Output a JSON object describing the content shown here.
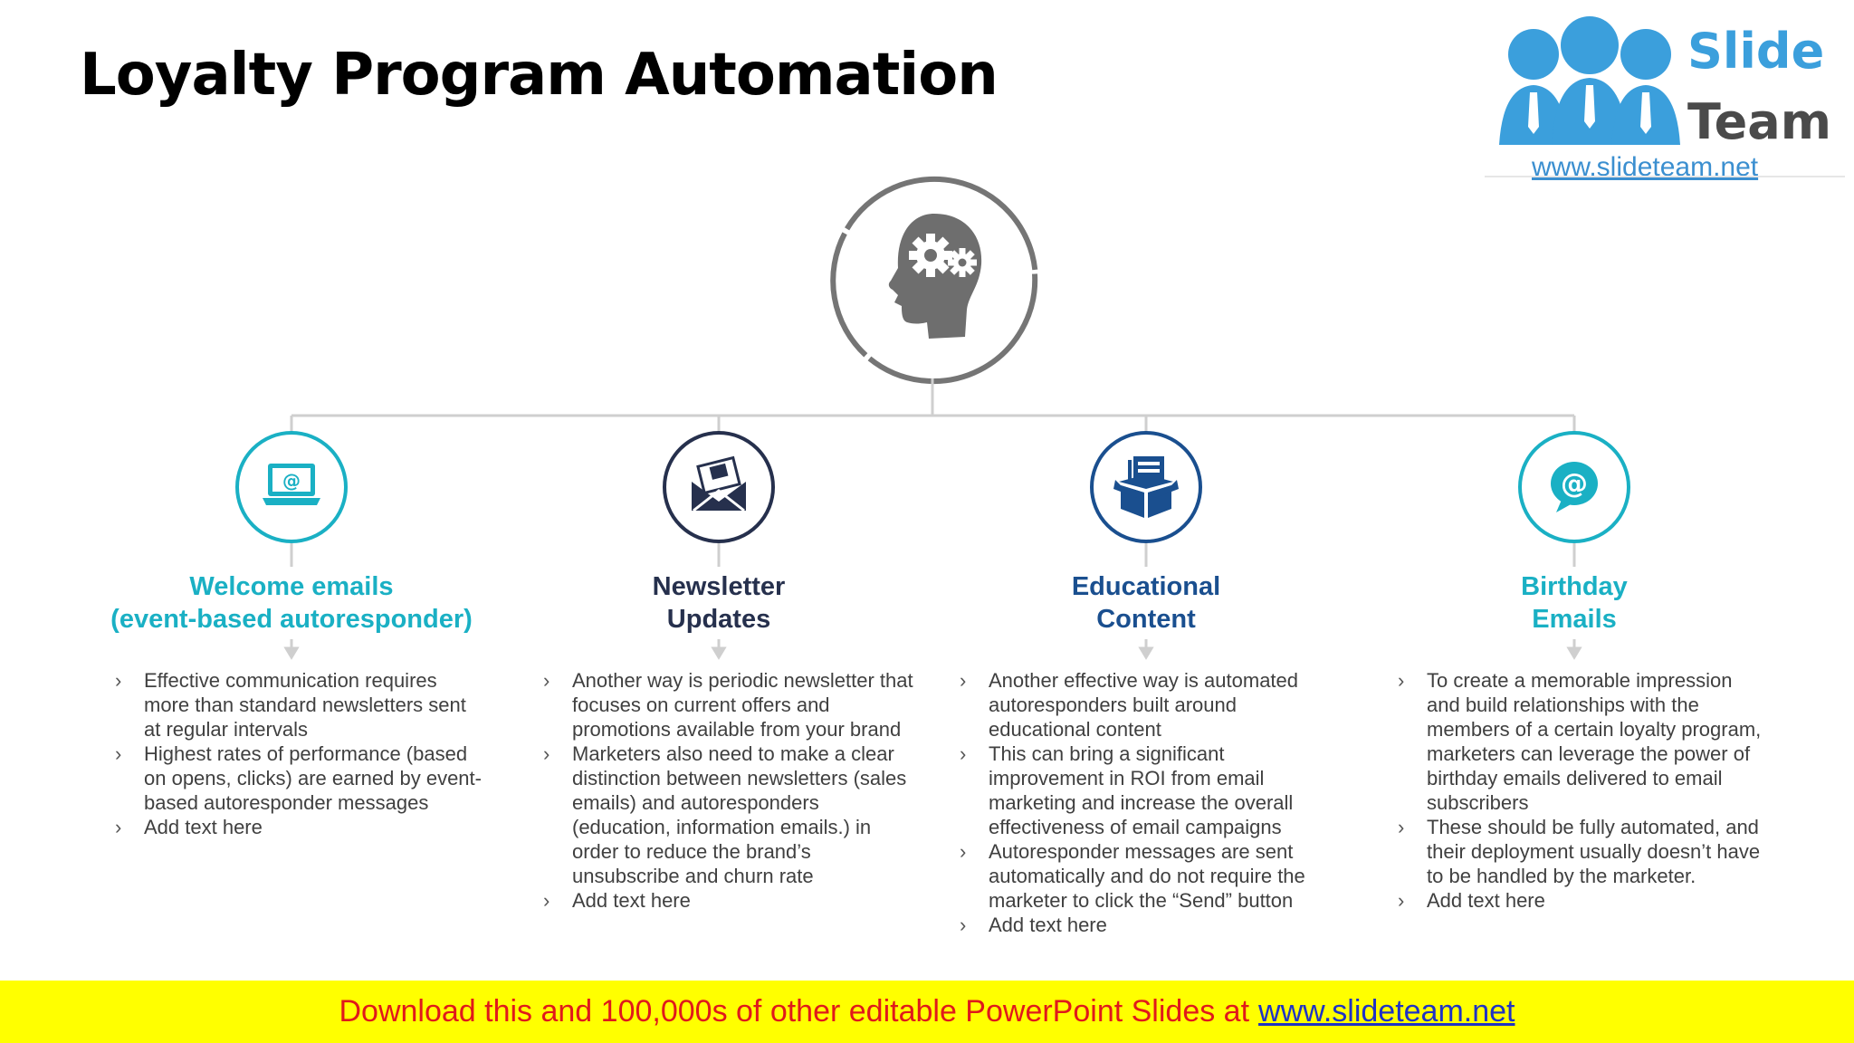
{
  "page": {
    "title": "Loyalty Program Automation"
  },
  "logo": {
    "word1": "Slide",
    "word2": "Team",
    "url": "www.slideteam.net"
  },
  "hub": {
    "icon": "head-with-gears-icon"
  },
  "columns": [
    {
      "icon": "laptop-email-icon",
      "color": "#1ab0c4",
      "heading": [
        "Welcome emails",
        "(event-based autoresponder)"
      ],
      "bullets": [
        "Effective communication requires more than standard newsletters sent at regular intervals",
        "Highest rates of performance (based on opens, clicks) are earned by event-based autoresponder messages",
        "Add text here"
      ]
    },
    {
      "icon": "envelope-icon",
      "color": "#26304d",
      "heading": [
        "Newsletter",
        "Updates"
      ],
      "bullets": [
        "Another way is periodic newsletter that focuses on current offers and promotions available from your brand",
        "Marketers also need to make a clear distinction between newsletters (sales emails) and autoresponders (education, information emails.) in order to reduce the brand’s unsubscribe and churn rate",
        "Add text here"
      ]
    },
    {
      "icon": "content-box-icon",
      "color": "#1a4f8f",
      "heading": [
        "Educational",
        "Content"
      ],
      "bullets": [
        "Another effective way is automated autoresponders built around educational content",
        "This can bring a significant improvement in ROI from email marketing and increase the overall effectiveness of email campaigns",
        "Autoresponder messages are sent automatically and do not require the marketer to click the “Send” button",
        "Add text here"
      ]
    },
    {
      "icon": "at-speech-bubble-icon",
      "color": "#1ab0c4",
      "heading": [
        "Birthday",
        "Emails"
      ],
      "bullets": [
        "To create a memorable impression and build relationships with the members of a certain loyalty program, marketers can leverage the power of birthday emails delivered to email subscribers",
        "These should be fully automated, and their deployment usually doesn’t have to be handled by the marketer.",
        "Add text here"
      ]
    }
  ],
  "banner": {
    "text": "Download this and 100,000s of other editable PowerPoint Slides at",
    "link": "www.slideteam.net",
    "text_color": "#e0191b",
    "background": "#ffff00"
  }
}
